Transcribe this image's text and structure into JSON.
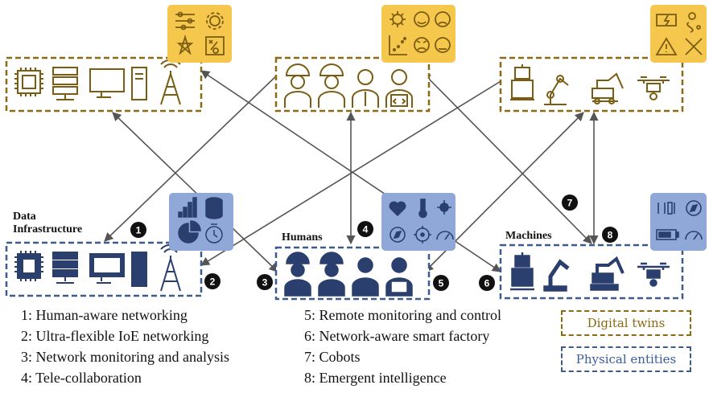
{
  "groups": {
    "data_infrastructure": {
      "title": "Data Infrastructure",
      "title_line1": "Data",
      "title_line2": "Infrastructure"
    },
    "humans": {
      "title": "Humans"
    },
    "machines": {
      "title": "Machines"
    }
  },
  "markers": [
    "1",
    "2",
    "3",
    "4",
    "5",
    "6",
    "7",
    "8"
  ],
  "legend": [
    "1: Human-aware networking",
    "2: Ultra-flexible IoE networking",
    "3: Network monitoring and analysis",
    "4: Tele-collaboration",
    "5: Remote monitoring and control",
    "6: Network-aware smart factory",
    "7: Cobots",
    "8: Emergent intelligence"
  ],
  "key": {
    "digital_twins": "Digital twins",
    "physical_entities": "Physical entities"
  },
  "colors": {
    "digital_border": "#8b6a14",
    "physical_border": "#3d5b8c",
    "yellow_panel": "#f5c74c",
    "blue_panel": "#8fa8d8",
    "physical_icon": "#2a3f6e",
    "digital_icon": "#7a5d12",
    "arrow": "#555555",
    "marker": "#111111"
  },
  "icons": {
    "infrastructure": [
      "cpu-icon",
      "server-rack-icon",
      "monitor-icon",
      "tower-pc-icon",
      "antenna-tower-icon"
    ],
    "humans": [
      "worker-helmet-icon",
      "worker-woman-icon",
      "businessman-icon",
      "developer-icon"
    ],
    "machines": [
      "robot-icon",
      "robot-arm-icon",
      "excavator-icon",
      "drone-icon"
    ],
    "infra_data": [
      "signal-bars-icon",
      "database-icon",
      "pie-chart-icon",
      "stopwatch-icon"
    ],
    "human_data": [
      "heart-icon",
      "thermometer-icon",
      "virus-icon",
      "compass-icon",
      "target-icon",
      "gauge-icon"
    ],
    "machine_data": [
      "binary-icon",
      "compass-icon",
      "battery-icon",
      "gauge-icon"
    ],
    "dt_infra_data": [
      "sliders-icon",
      "gear-icon",
      "network-star-icon",
      "strategy-board-icon"
    ],
    "dt_human_data": [
      "virus-icon",
      "smile-icon",
      "sad-face-icon",
      "scatter-plot-icon",
      "angry-face-icon",
      "neutral-face-icon"
    ],
    "dt_machine_data": [
      "battery-charge-icon",
      "route-icon",
      "warning-icon",
      "tools-icon"
    ]
  }
}
